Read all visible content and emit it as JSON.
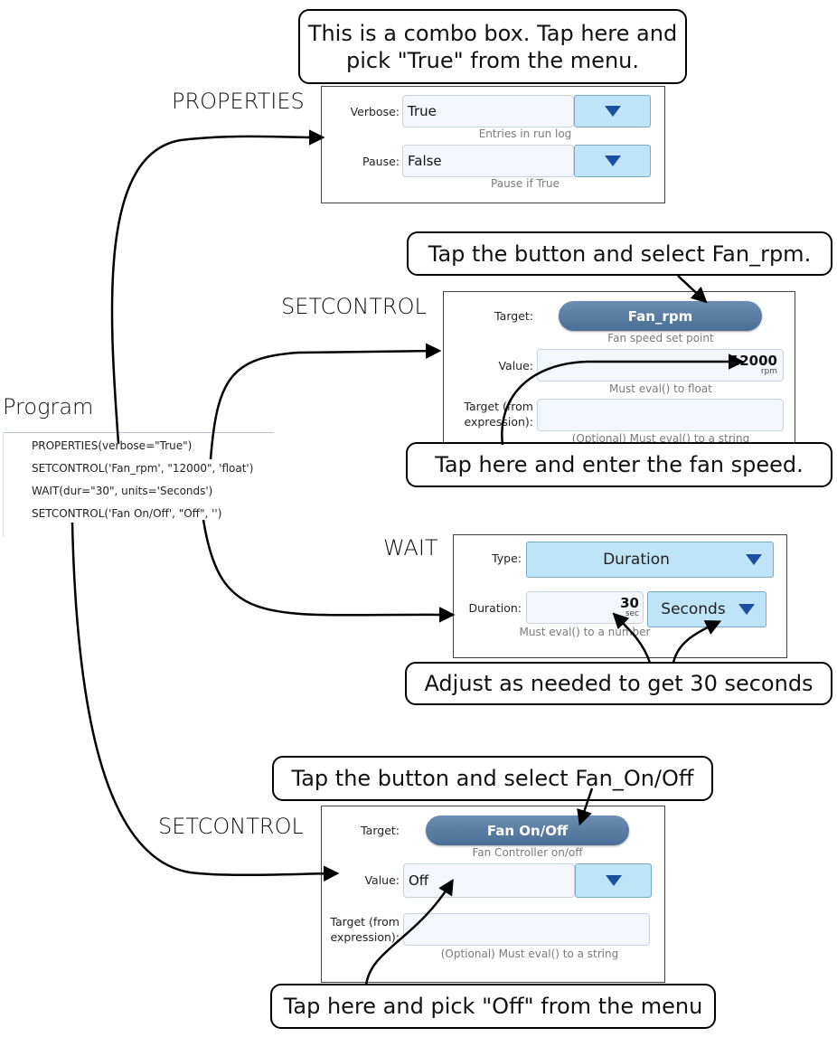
{
  "callouts": {
    "combo_box": "This is a combo box. Tap here and\npick \"True\" from the menu.",
    "fan_rpm": "Tap the button and select Fan_rpm.",
    "fan_speed": "Tap here and enter the fan speed.",
    "adjust": "Adjust as needed to get 30 seconds",
    "fan_onoff": "Tap the button and select Fan_On/Off",
    "pick_off": "Tap here and pick \"Off\" from the menu"
  },
  "sections": {
    "properties": "PROPERTIES",
    "setcontrol1": "SETCONTROL",
    "wait": "WAIT",
    "setcontrol2": "SETCONTROL"
  },
  "program": {
    "title": "Program",
    "lines": [
      "PROPERTIES(verbose=\"True\")",
      "SETCONTROL('Fan_rpm', \"12000\", 'float')",
      "WAIT(dur=\"30\", units='Seconds')",
      "SETCONTROL('Fan On/Off', \"Off\", '')"
    ]
  },
  "properties_panel": {
    "verbose_label": "Verbose:",
    "verbose_value": "True",
    "verbose_hint": "Entries in run log",
    "pause_label": "Pause:",
    "pause_value": "False",
    "pause_hint": "Pause if True"
  },
  "setcontrol1_panel": {
    "target_label": "Target:",
    "target_button": "Fan_rpm",
    "target_hint": "Fan speed set point",
    "value_label": "Value:",
    "value": "12000",
    "value_unit": "rpm",
    "value_hint": "Must eval() to float",
    "target_expr_label": "Target (from\nexpression):",
    "target_expr_hint": "(Optional) Must eval() to a string"
  },
  "wait_panel": {
    "type_label": "Type:",
    "type_value": "Duration",
    "duration_label": "Duration:",
    "duration_value": "30",
    "duration_unit": "sec",
    "units_value": "Seconds",
    "duration_hint": "Must eval() to a number"
  },
  "setcontrol2_panel": {
    "target_label": "Target:",
    "target_button": "Fan On/Off",
    "target_hint": "Fan Controller on/off",
    "value_label": "Value:",
    "value": "Off",
    "target_expr_label": "Target (from\nexpression):",
    "target_expr_hint": "(Optional) Must eval() to a string"
  },
  "icons": {
    "dropdown": "triangle-down-icon",
    "arrow": "curved-arrow-icon"
  },
  "colors": {
    "combo_button": "#bfe3f7",
    "dropdown_triangle": "#1a4fa0",
    "pill_button": "#4a6e96",
    "field_bg": "#f3f6fa"
  }
}
